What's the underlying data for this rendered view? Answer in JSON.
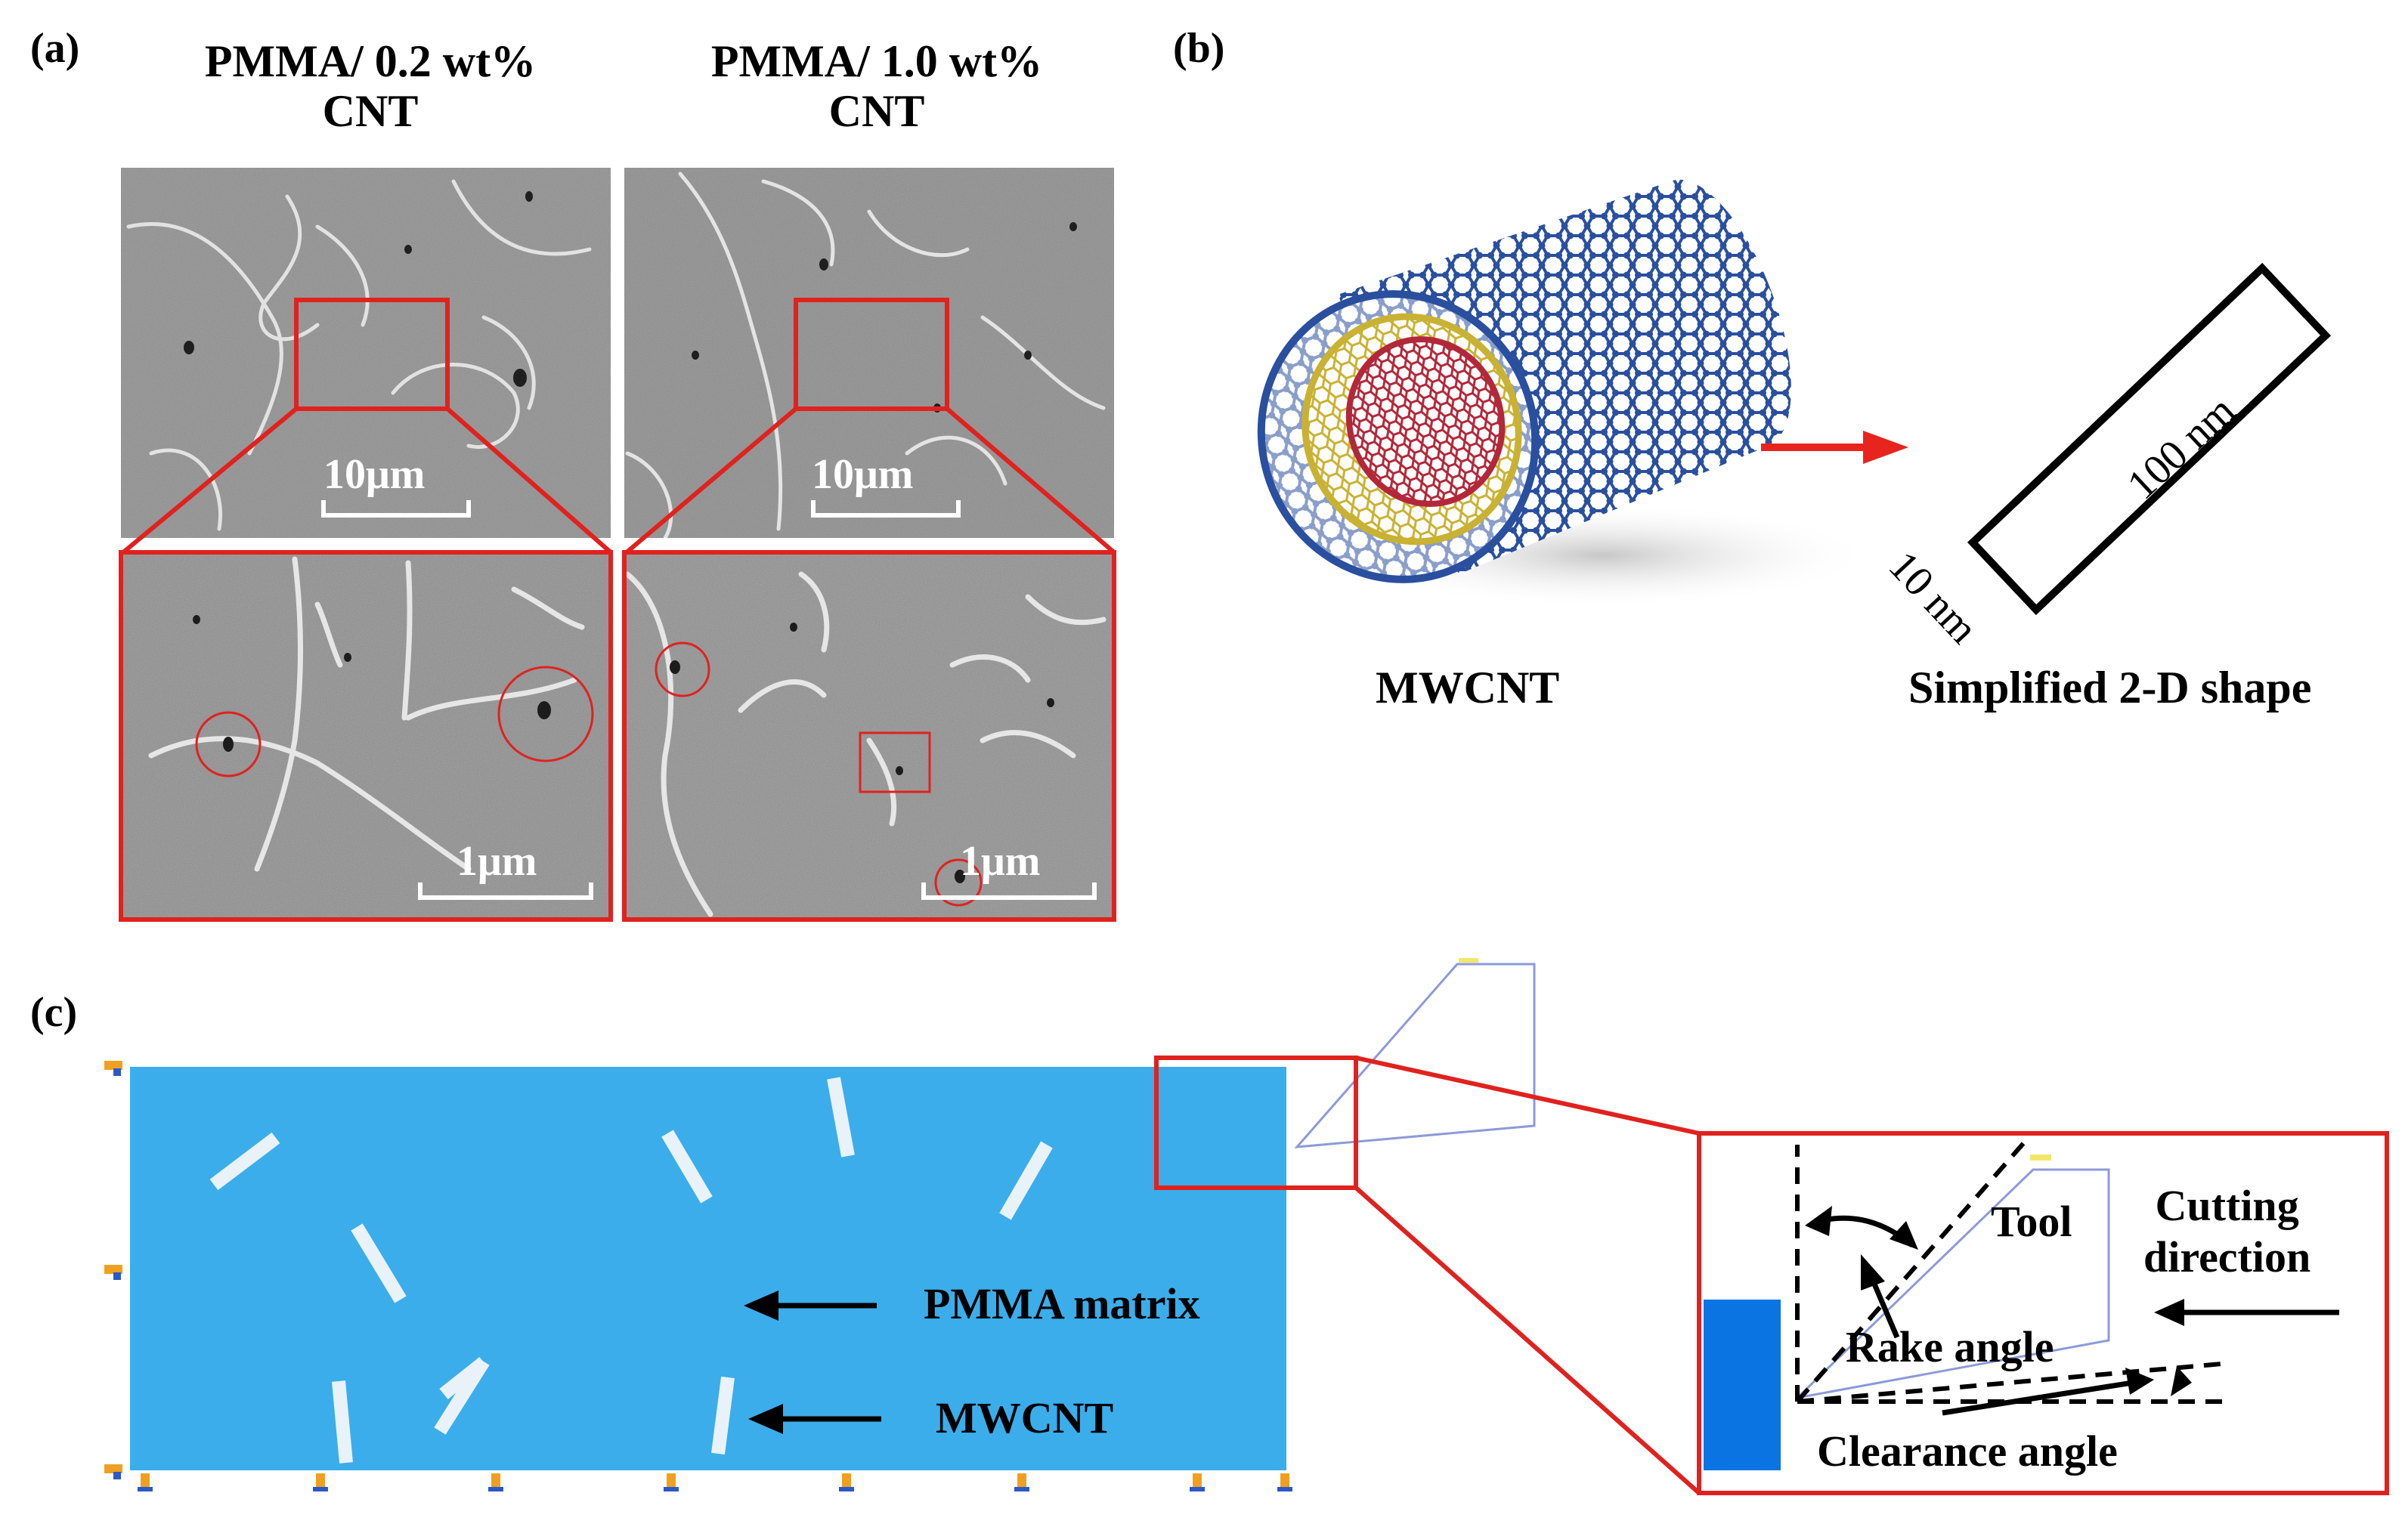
{
  "panel_a": {
    "label": "(a)",
    "col1_title_line1": "PMMA/ 0.2 wt%",
    "col1_title_line2": "CNT",
    "col2_title_line1": "PMMA/ 1.0 wt%",
    "col2_title_line2": "CNT",
    "scale_top": "10μm",
    "scale_bottom": "1μm",
    "highlight_color": "#e0221f"
  },
  "panel_b": {
    "label": "(b)",
    "mwcnt_caption": "MWCNT",
    "shape_caption": "Simplified 2-D shape",
    "length_label": "100 nm",
    "width_label": "10 nm",
    "arrow_color": "#e8241e",
    "tube_colors": [
      "#2a4f9e",
      "#c9b233",
      "#b2283a"
    ]
  },
  "panel_c": {
    "label": "(c)",
    "matrix_label": "PMMA matrix",
    "cnt_label": "MWCNT",
    "tool_label": "Tool",
    "cutting_direction_line1": "Cutting",
    "cutting_direction_line2": "direction",
    "rake_angle_label": "Rake angle",
    "clearance_angle_label": "Clearance angle",
    "matrix_color": "#3badea",
    "cnt_color": "#e8f2f8",
    "workpiece_color": "#0a74e3"
  }
}
